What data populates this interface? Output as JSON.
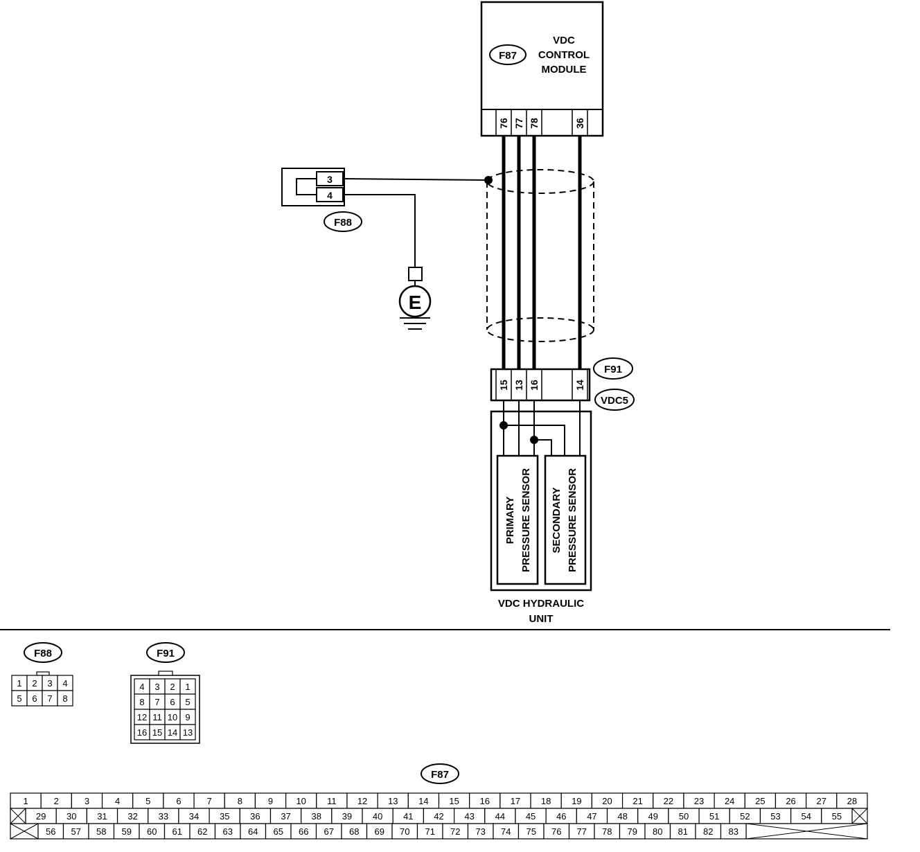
{
  "module": {
    "connector_id": "F87",
    "name_lines": [
      "VDC",
      "CONTROL",
      "MODULE"
    ],
    "pins": [
      "76",
      "77",
      "78",
      "36"
    ]
  },
  "ground_connector": {
    "id": "F88",
    "pins": [
      "3",
      "4"
    ],
    "ground_symbol": "E"
  },
  "hydraulic_unit": {
    "connector_ids": [
      "F91",
      "VDC5"
    ],
    "pins": [
      "15",
      "13",
      "16",
      "14"
    ],
    "primary_sensor_lines": [
      "PRIMARY",
      "PRESSURE SENSOR"
    ],
    "secondary_sensor_lines": [
      "SECONDARY",
      "PRESSURE SENSOR"
    ],
    "name_lines": [
      "VDC HYDRAULIC",
      "UNIT"
    ]
  },
  "faces": {
    "f88": {
      "id": "F88",
      "rows": [
        [
          "1",
          "2",
          "3",
          "4"
        ],
        [
          "5",
          "6",
          "7",
          "8"
        ]
      ]
    },
    "f91": {
      "id": "F91",
      "rows": [
        [
          "4",
          "3",
          "2",
          "1"
        ],
        [
          "8",
          "7",
          "6",
          "5"
        ],
        [
          "12",
          "11",
          "10",
          "9"
        ],
        [
          "16",
          "15",
          "14",
          "13"
        ]
      ]
    },
    "f87": {
      "id": "F87",
      "row1": [
        "1",
        "2",
        "3",
        "4",
        "5",
        "6",
        "7",
        "8",
        "9",
        "10",
        "11",
        "12",
        "13",
        "14",
        "15",
        "16",
        "17",
        "18",
        "19",
        "20",
        "21",
        "22",
        "23",
        "24",
        "25",
        "26",
        "27",
        "28"
      ],
      "row2": [
        "29",
        "30",
        "31",
        "32",
        "33",
        "34",
        "35",
        "36",
        "37",
        "38",
        "39",
        "40",
        "41",
        "42",
        "43",
        "44",
        "45",
        "46",
        "47",
        "48",
        "49",
        "50",
        "51",
        "52",
        "53",
        "54",
        "55"
      ],
      "row3": [
        "56",
        "57",
        "58",
        "59",
        "60",
        "61",
        "62",
        "63",
        "64",
        "65",
        "66",
        "67",
        "68",
        "69",
        "70",
        "71",
        "72",
        "73",
        "74",
        "75",
        "76",
        "77",
        "78",
        "79",
        "80",
        "81",
        "82",
        "83"
      ]
    }
  }
}
